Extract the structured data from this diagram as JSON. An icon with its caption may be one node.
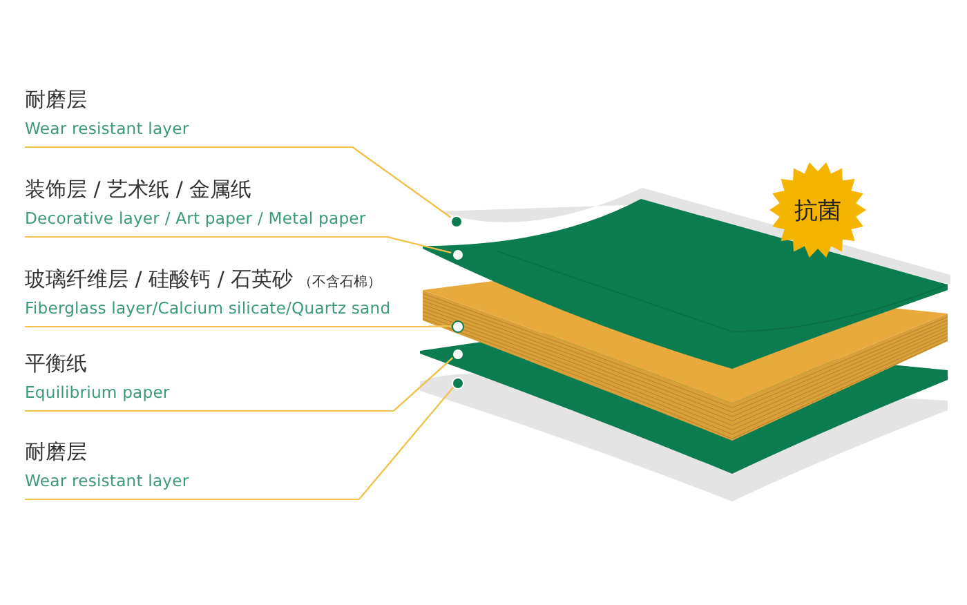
{
  "diagram": {
    "nodes": [
      {
        "text": [
          "耐磨层",
          "Wear resistant layer"
        ]
      },
      {
        "text": [
          "装饰层 / 艺术纸 / 金属纸",
          "Decorative layer / Art paper / Metal paper"
        ]
      },
      {
        "text": [
          "玻璃纤维层 / 硅酸钙 / 石英砂",
          "（不含石棉）",
          "Fiberglass layer/Calcium silicate/Quartz sand"
        ]
      },
      {
        "text": [
          "平衡纸",
          "Equilibrium paper"
        ]
      },
      {
        "text": [
          "耐磨层",
          "Wear resistant layer"
        ]
      },
      {
        "text": [],
        "shape": "circle"
      },
      {
        "text": [],
        "shape": "circle"
      },
      {
        "text": [],
        "shape": "circle"
      },
      {
        "text": [],
        "shape": "circle"
      },
      {
        "text": [],
        "shape": "circle"
      },
      {
        "text": [
          "抗菌"
        ]
      }
    ],
    "edges": [
      {
        "from": 0,
        "to": 5,
        "arrow": "none"
      },
      {
        "from": 1,
        "to": 6,
        "arrow": "none"
      },
      {
        "from": 2,
        "to": 7,
        "arrow": "none"
      },
      {
        "from": 3,
        "to": 8,
        "arrow": "none"
      },
      {
        "from": 4,
        "to": 9,
        "arrow": "none"
      }
    ]
  }
}
